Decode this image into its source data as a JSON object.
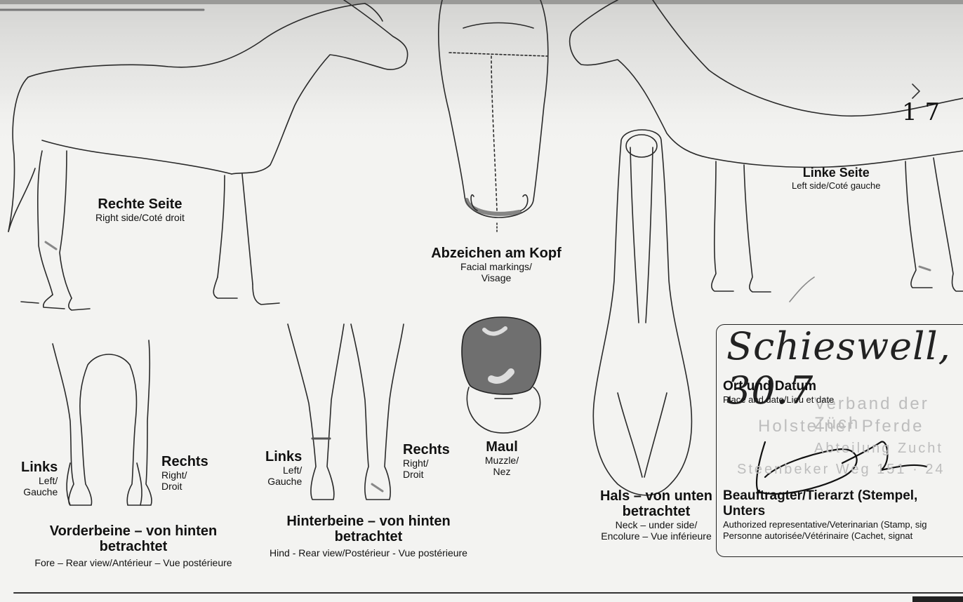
{
  "right_side": {
    "title": "Rechte Seite",
    "sub": "Right side/Coté droit"
  },
  "left_side": {
    "title": "Linke Seite",
    "sub": "Left side/Coté gauche"
  },
  "head": {
    "title": "Abzeichen am Kopf",
    "sub1": "Facial markings/",
    "sub2": "Visage"
  },
  "muzzle": {
    "title": "Maul",
    "sub1": "Muzzle/",
    "sub2": "Nez"
  },
  "neck": {
    "title1": "Hals – von unten",
    "title2": "betrachtet",
    "sub1": "Neck – under side/",
    "sub2": "Encolure – Vue inférieure"
  },
  "fore": {
    "links": "Links",
    "links_sub1": "Left/",
    "links_sub2": "Gauche",
    "rechts": "Rechts",
    "rechts_sub1": "Right/",
    "rechts_sub2": "Droit",
    "title1": "Vorderbeine – von hinten",
    "title2": "betrachtet",
    "sub": "Fore – Rear view/Antérieur – Vue postérieure"
  },
  "hind": {
    "links": "Links",
    "links_sub1": "Left/",
    "links_sub2": "Gauche",
    "rechts": "Rechts",
    "rechts_sub1": "Right/",
    "rechts_sub2": "Droit",
    "title1": "Hinterbeine – von hinten",
    "title2": "betrachtet",
    "sub": "Hind - Rear view/Postérieur - Vue postérieure"
  },
  "place_date": {
    "handwritten": "Schieswell, 30.7",
    "title": "Ort und Datum",
    "sub": "Place and date/Lieu et date"
  },
  "stamp": {
    "line1": "Verband der Züch",
    "line2": "Holsteiner Pferde",
    "line3": "Abteilung Zucht",
    "line4": "Steenbeker Weg 151 · 24"
  },
  "authorized": {
    "title": "Beauftragter/Tierarzt (Stempel, Unters",
    "sub1": "Authorized representative/Veterinarian (Stamp, sig",
    "sub2": "Personne autorisée/Vétérinaire (Cachet, signat"
  },
  "margin_note": "1 7"
}
